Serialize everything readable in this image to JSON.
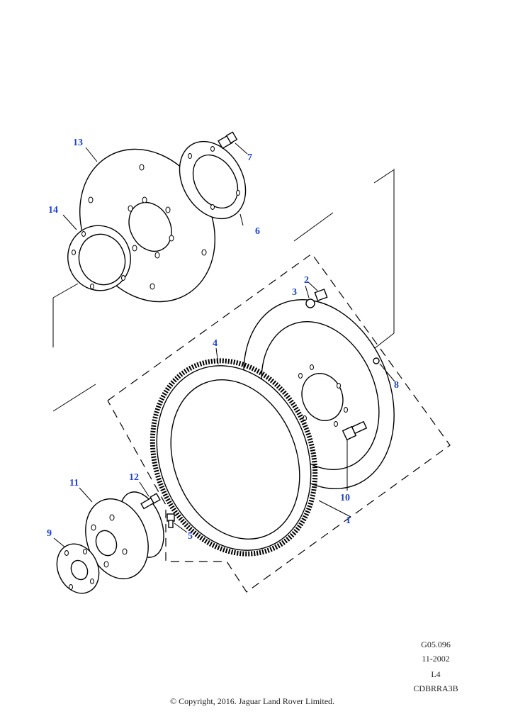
{
  "callouts": {
    "c1": "1",
    "c2": "2",
    "c3": "3",
    "c4": "4",
    "c5": "5",
    "c6": "6",
    "c7": "7",
    "c8": "8",
    "c9": "9",
    "c10": "10",
    "c11": "11",
    "c12": "12",
    "c13": "13",
    "c14": "14"
  },
  "meta": {
    "ref": "G05.096",
    "date": "11-2002",
    "variant": "L4",
    "code": "CDBRRA3B"
  },
  "copyright": "© Copyright, 2016. Jaguar Land Rover Limited.",
  "colors": {
    "callout": "#1a3fd6",
    "line": "#000000"
  }
}
